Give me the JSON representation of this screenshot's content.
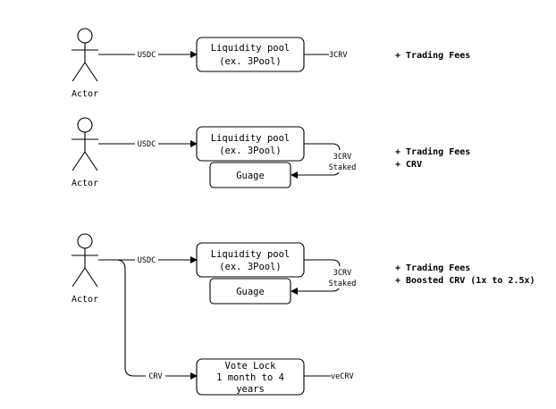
{
  "rows": [
    {
      "actor": "Actor",
      "input_label": "USDC",
      "pool_line1": "Liquidity pool",
      "pool_line2": "(ex. 3Pool)",
      "output_label": "3CRV",
      "benefits": [
        "+ Trading Fees"
      ]
    },
    {
      "actor": "Actor",
      "input_label": "USDC",
      "pool_line1": "Liquidity pool",
      "pool_line2": "(ex. 3Pool)",
      "staked_line1": "3CRV",
      "staked_line2": "Staked",
      "gauge": "Guage",
      "benefits": [
        "+ Trading Fees",
        "+ CRV"
      ]
    },
    {
      "actor": "Actor",
      "input_label": "USDC",
      "pool_line1": "Liquidity pool",
      "pool_line2": "(ex. 3Pool)",
      "staked_line1": "3CRV",
      "staked_line2": "Staked",
      "gauge": "Guage",
      "benefits": [
        "+ Trading Fees",
        "+ Boosted CRV (1x to 2.5x)"
      ],
      "lock_input_label": "CRV",
      "lock_line1": "Vote Lock",
      "lock_line2": "1 month to 4",
      "lock_line3": "years",
      "lock_output_label": "veCRV"
    }
  ]
}
